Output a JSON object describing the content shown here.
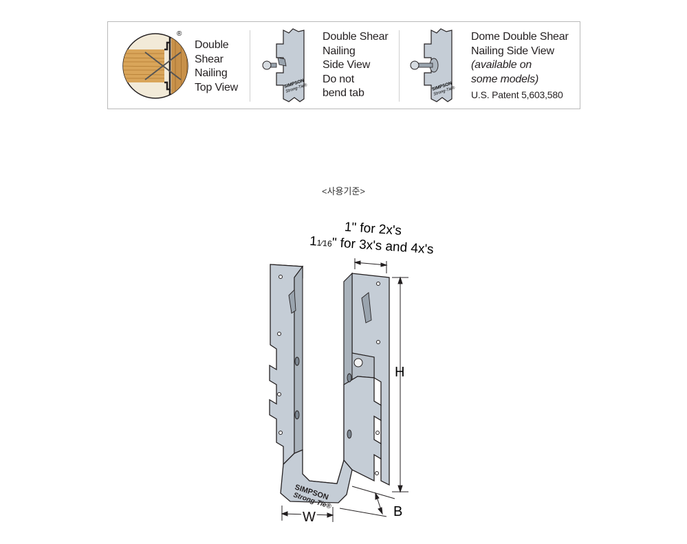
{
  "legend": {
    "panel1": {
      "lines": [
        "Double",
        "Shear",
        "Nailing",
        "Top View"
      ],
      "registered_mark": "®"
    },
    "panel2": {
      "lines": [
        "Double Shear",
        "Nailing",
        "Side View",
        "Do not",
        "bend tab"
      ],
      "stamp": [
        "SIMPSON",
        "Strong-Tie®"
      ]
    },
    "panel3": {
      "lines": [
        "Dome Double Shear",
        "Nailing Side View",
        "(available on",
        "some models)"
      ],
      "patent": "U.S. Patent 5,603,580",
      "stamp": [
        "SIMPSON",
        "Strong-Tie®"
      ]
    }
  },
  "caption": "<사용기준>",
  "drawing": {
    "dim_top_line1": "1\" for 2x's",
    "dim_top_line2_prefix": "1",
    "dim_top_line2_fraction": "1⁄16",
    "dim_top_line2_suffix": "\" for 3x's and 4x's",
    "label_h": "H",
    "label_w": "W",
    "label_b": "B",
    "stamp": [
      "SIMPSON",
      "Strong-Tie®"
    ]
  },
  "colors": {
    "steel": "#c5cdd6",
    "steel_dark": "#9aa4ae",
    "wood": "#d9a55a",
    "outline": "#231f20"
  }
}
